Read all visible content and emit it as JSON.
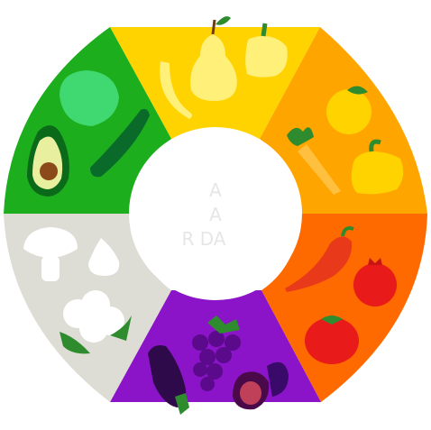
{
  "wheel": {
    "segments": [
      {
        "name": "yellow",
        "color": "#FFD300",
        "items": [
          "banana",
          "pear",
          "yellow-pepper"
        ]
      },
      {
        "name": "orange",
        "color": "#FFA500",
        "items": [
          "orange-fruit",
          "carrot",
          "orange-pepper"
        ]
      },
      {
        "name": "red",
        "color": "#FF6A00",
        "items": [
          "chili-pepper",
          "pomegranate",
          "tomato"
        ]
      },
      {
        "name": "purple",
        "color": "#8B14C8",
        "items": [
          "grapes",
          "eggplant",
          "fig"
        ]
      },
      {
        "name": "white",
        "color": "#DDDDD5",
        "items": [
          "mushroom",
          "garlic",
          "cauliflower"
        ]
      },
      {
        "name": "green",
        "color": "#1DAE1D",
        "items": [
          "lettuce",
          "cucumber",
          "avocado"
        ]
      }
    ],
    "center_color": "#ffffff"
  },
  "center_text": {
    "line1": "A",
    "line2": "A",
    "line3": "R    DA"
  }
}
